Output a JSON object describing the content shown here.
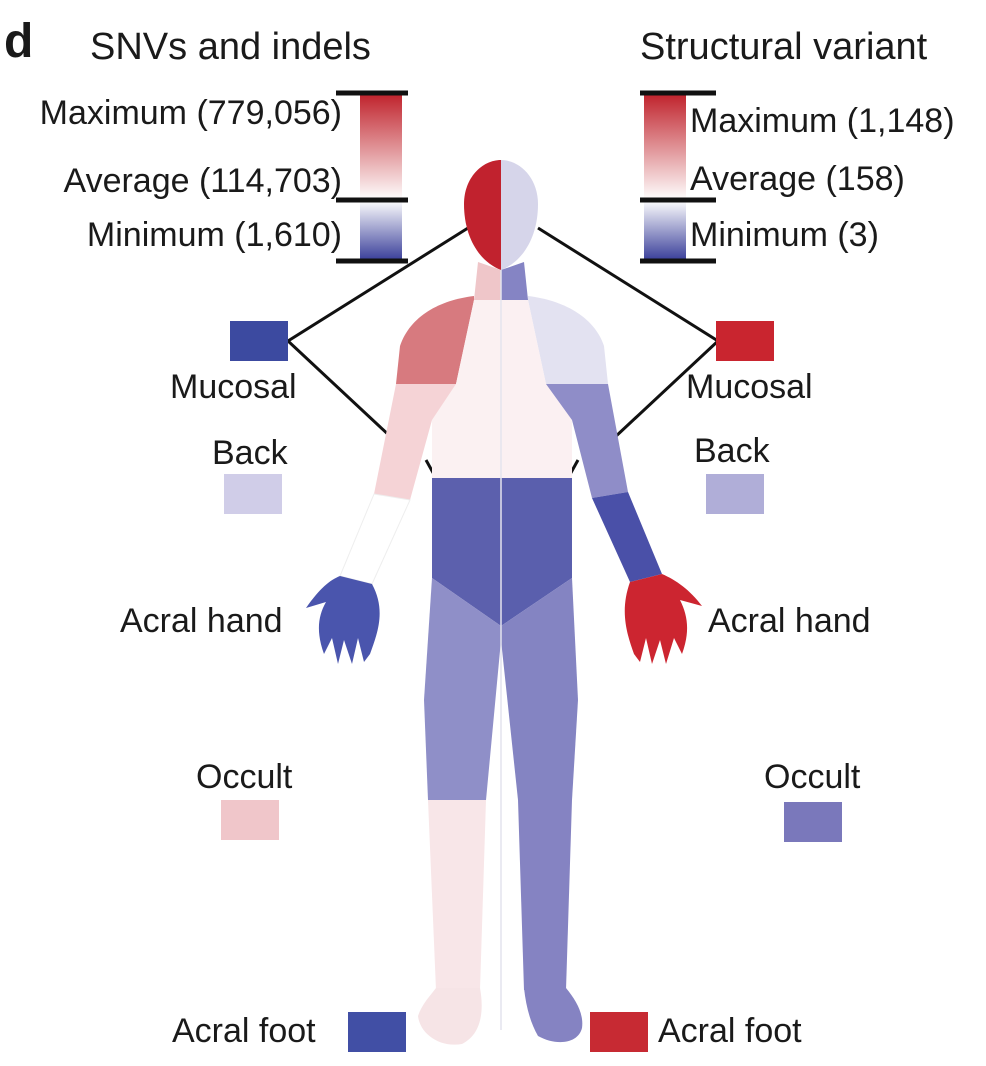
{
  "panel_letter": "d",
  "left": {
    "heading": "SNVs and indels",
    "scale": {
      "max_label": "Maximum (779,056)",
      "avg_label": "Average (114,703)",
      "min_label": "Minimum (1,610)"
    },
    "sites": {
      "mucosal": {
        "label": "Mucosal",
        "color": "#3c4aa0"
      },
      "back": {
        "label": "Back",
        "color": "#d0cde8"
      },
      "acral_hand": {
        "label": "Acral hand",
        "color": "#4a55ad"
      },
      "occult": {
        "label": "Occult",
        "color": "#f0c6ca"
      },
      "acral_foot": {
        "label": "Acral foot",
        "color": "#414fa5"
      }
    }
  },
  "right": {
    "heading": "Structural variant",
    "scale": {
      "max_label": "Maximum (1,148)",
      "avg_label": "Average (158)",
      "min_label": "Minimum (3)"
    },
    "sites": {
      "mucosal": {
        "label": "Mucosal",
        "color": "#c9252f"
      },
      "back": {
        "label": "Back",
        "color": "#b0aed8"
      },
      "acral_hand": {
        "label": "Acral hand",
        "color": "#cc2530"
      },
      "occult": {
        "label": "Occult",
        "color": "#7a78bb"
      },
      "acral_foot": {
        "label": "Acral foot",
        "color": "#c72a33"
      }
    }
  },
  "colors": {
    "scale_max": "#c0232c",
    "scale_avg": "#ffffff",
    "scale_min": "#3a3f9a"
  }
}
